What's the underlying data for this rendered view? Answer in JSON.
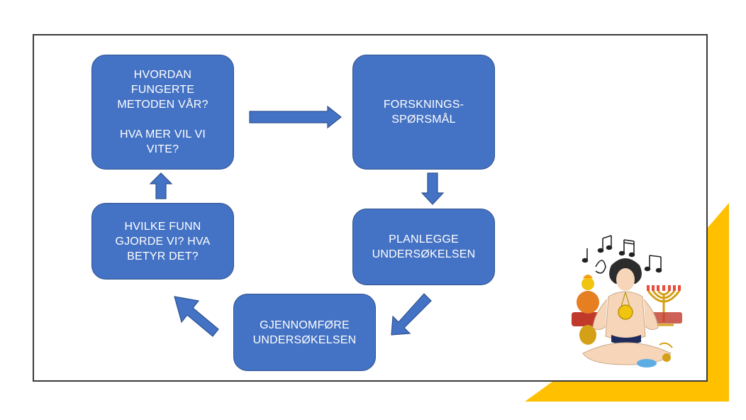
{
  "diagram": {
    "colors": {
      "box_fill": "#4472c4",
      "box_border": "#2f528f",
      "box_text": "#ffffff",
      "accent": "#ffc000",
      "frame_border": "#3a3a3a"
    },
    "nodes": [
      {
        "id": "reflect",
        "label": "HVORDAN\nFUNGERTE\nMETODEN VÅR?\n\nHVA MER VIL VI\nVITE?"
      },
      {
        "id": "question",
        "label": "FORSKNINGS-\nSPØRSMÅL"
      },
      {
        "id": "plan",
        "label": "PLANLEGGE\nUNDERSØKELSEN"
      },
      {
        "id": "execute",
        "label": "GJENNOMFØRE\nUNDERSØKELSEN"
      },
      {
        "id": "findings",
        "label": "HVILKE FUNN\nGJORDE VI? HVA\nBETYR DET?"
      }
    ],
    "edges": [
      {
        "from": "reflect",
        "to": "question"
      },
      {
        "from": "question",
        "to": "plan"
      },
      {
        "from": "plan",
        "to": "execute"
      },
      {
        "from": "execute",
        "to": "findings"
      },
      {
        "from": "findings",
        "to": "reflect"
      }
    ],
    "decoration": {
      "icon": "meditating-figure-illustration"
    }
  }
}
